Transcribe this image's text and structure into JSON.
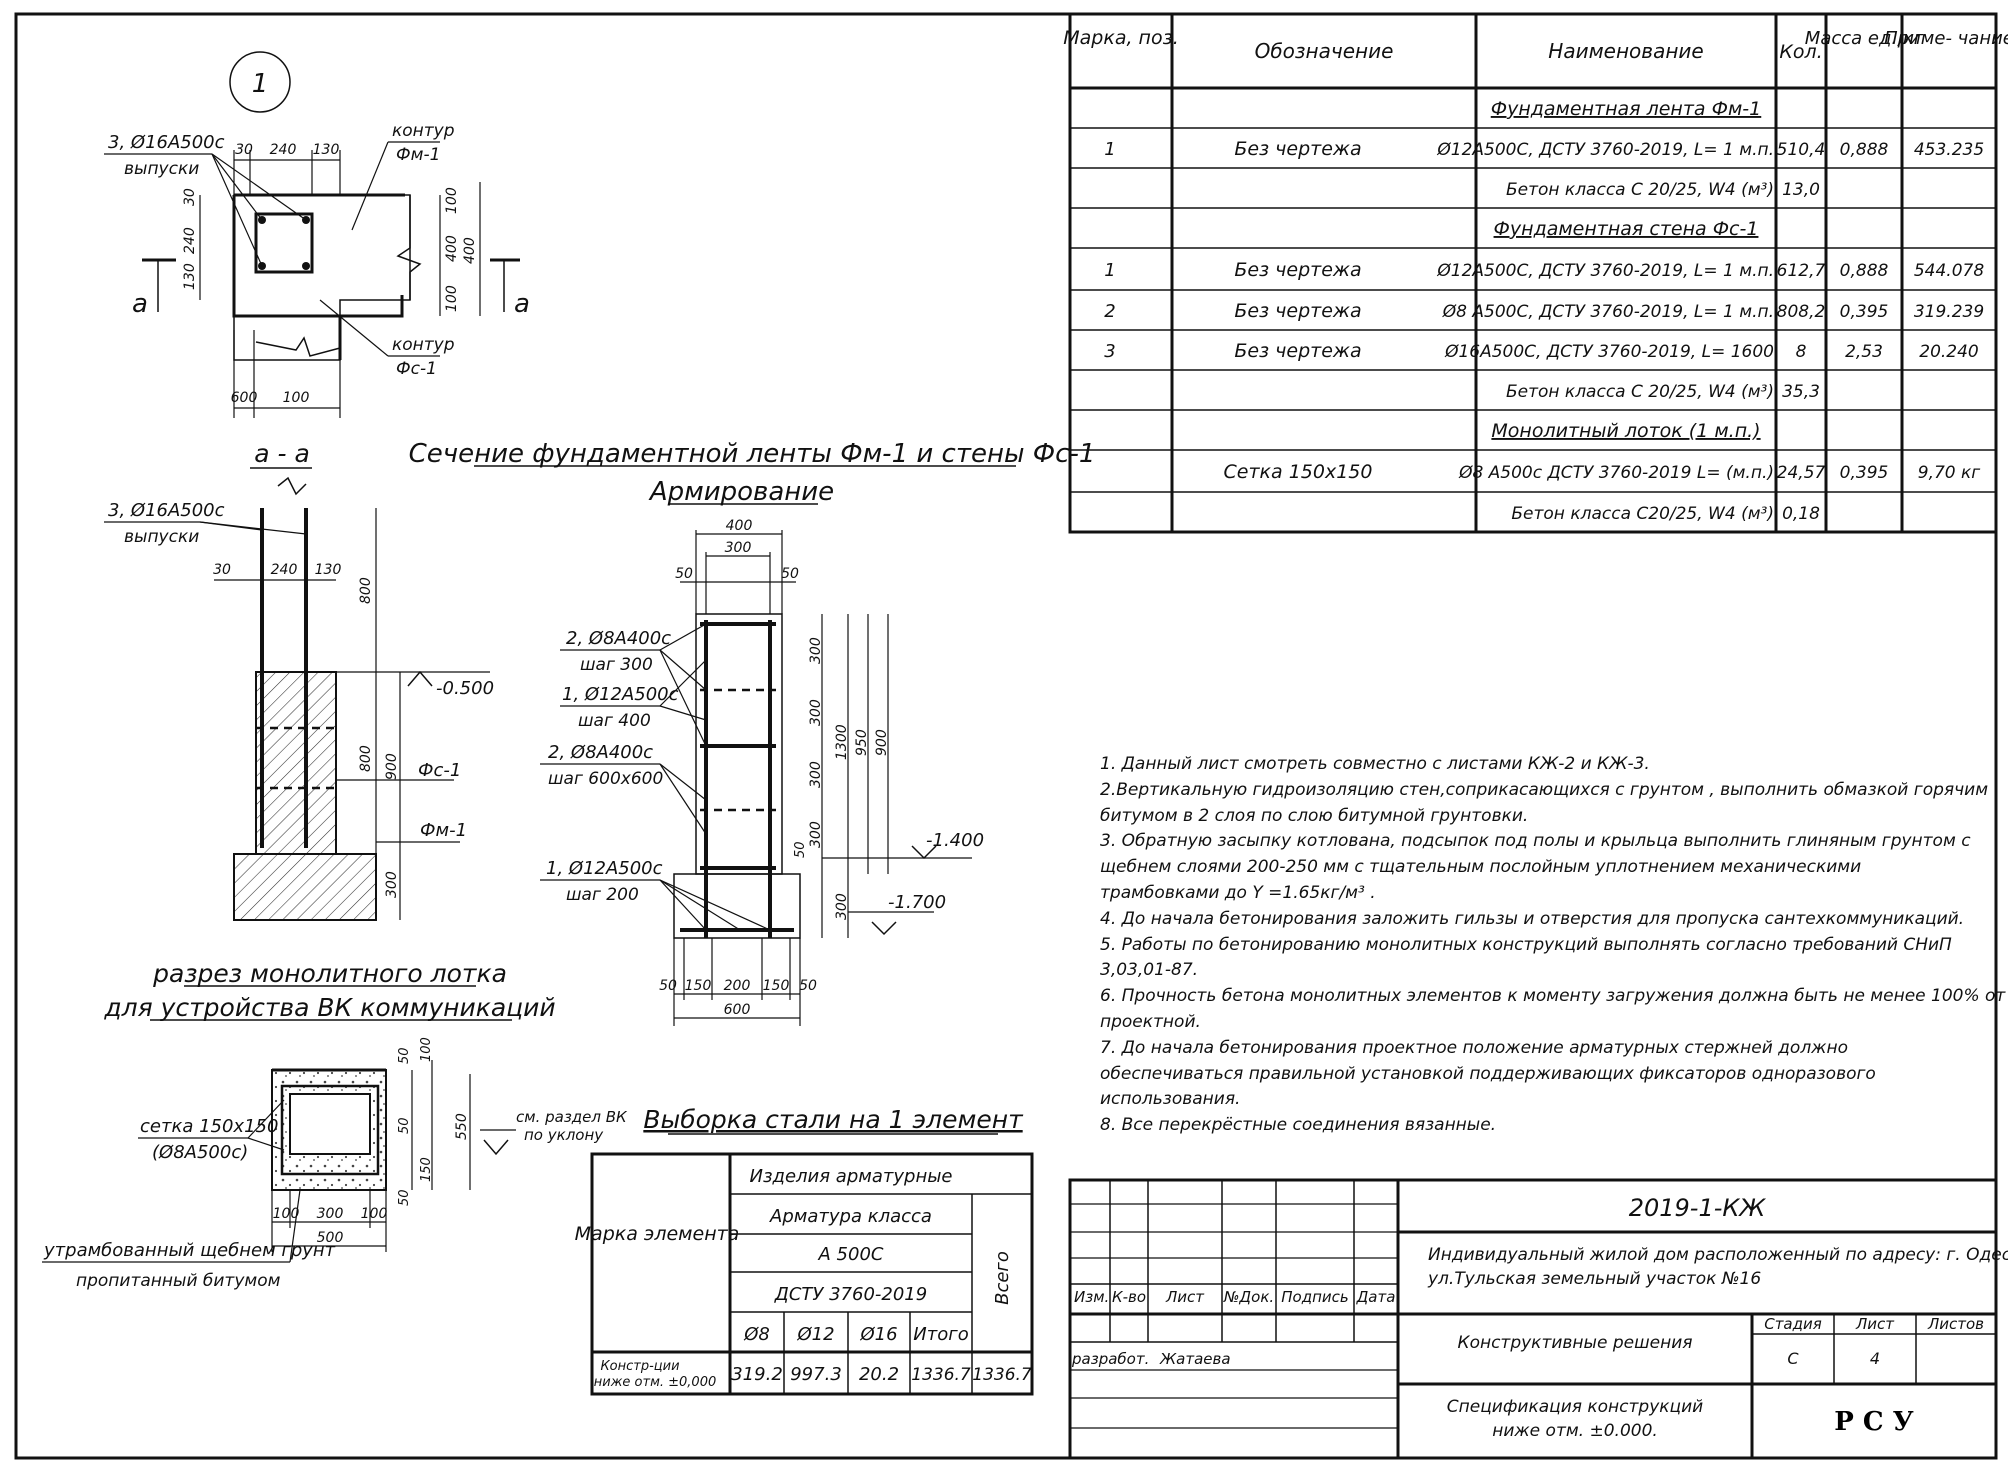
{
  "spec_table": {
    "headers": {
      "mark": "Марка, поз.",
      "designation": "Обозначение",
      "name": "Наименование",
      "qty": "Кол.",
      "mass": "Масса ед.,кг",
      "note": "Приме- чание"
    },
    "rows": [
      {
        "mark": "",
        "designation": "",
        "name": "Фундаментная лента Фм-1",
        "qty": "",
        "mass": "",
        "note": "",
        "heading": true
      },
      {
        "mark": "1",
        "designation": "Без чертежа",
        "name": "Ø12А500С,  ДСТУ 3760-2019,  L=  1 м.п.",
        "qty": "510,4",
        "mass": "0,888",
        "note": "453.235"
      },
      {
        "mark": "",
        "designation": "",
        "name": "Бетон класса С 20/25, W4    (м³)",
        "qty": "13,0",
        "mass": "",
        "note": ""
      },
      {
        "mark": "",
        "designation": "",
        "name": "Фундаментная стена Фс-1",
        "qty": "",
        "mass": "",
        "note": "",
        "heading": true
      },
      {
        "mark": "1",
        "designation": "Без чертежа",
        "name": "Ø12А500С,  ДСТУ 3760-2019,  L=  1 м.п.",
        "qty": "612,7",
        "mass": "0,888",
        "note": "544.078"
      },
      {
        "mark": "2",
        "designation": "Без чертежа",
        "name": "Ø8  А500С,  ДСТУ 3760-2019,  L=  1 м.п.",
        "qty": "808,2",
        "mass": "0,395",
        "note": "319.239"
      },
      {
        "mark": "3",
        "designation": "Без чертежа",
        "name": "Ø16А500С,  ДСТУ 3760-2019,  L=  1600",
        "qty": "8",
        "mass": "2,53",
        "note": "20.240"
      },
      {
        "mark": "",
        "designation": "",
        "name": "Бетон класса С 20/25, W4    (м³)",
        "qty": "35,3",
        "mass": "",
        "note": ""
      },
      {
        "mark": "",
        "designation": "",
        "name": "Монолитный лоток (1 м.п.)",
        "qty": "",
        "mass": "",
        "note": "",
        "heading": true
      },
      {
        "mark": "",
        "designation": "Сетка 150х150",
        "name": "Ø8 А500с   ДСТУ 3760-2019    L= (м.п.)",
        "qty": "24,57",
        "mass": "0,395",
        "note": "9,70 кг"
      },
      {
        "mark": "",
        "designation": "",
        "name": "Бетон класса С20/25, W4    (м³)",
        "qty": "0,18",
        "mass": "",
        "note": ""
      }
    ]
  },
  "notes": [
    "1. Данный лист смотреть совместно с листами КЖ-2 и КЖ-3.",
    "2.Вертикальную гидроизоляцию стен,соприкасающихся с грунтом , выполнить обмазкой горячим",
    "битумом в 2 слоя по слою битумной грунтовки.",
    "3. Обратную засыпку котлована, подсыпок под полы и крыльца выполнить глиняным грунтом с",
    "щебнем слоями 200-250 мм с тщательным послойным уплотнением механическими",
    "трамбовками до Y =1.65кг/м³ .",
    "4. До начала бетонирования заложить гильзы и отверстия для пропуска сантехкоммуникаций.",
    "5. Работы по бетонированию монолитных конструкций выполнять согласно требований СНиП",
    "3,03,01-87.",
    "6. Прочность бетона монолитных элементов к моменту загружения должна быть не менее 100% от",
    "проектной.",
    "7. До начала бетонирования проектное положение арматурных стержней  должно",
    "обеспечиваться правильной установкой поддерживающих фиксаторов одноразового",
    "использования.",
    "8. Все перекрёстные соединения вязанные."
  ],
  "title_block": {
    "code": "2019-1-КЖ",
    "project_line1": "Индивидуальный жилой дом расположенный по адресу: г. Одесса",
    "project_line2": "ул.Тульская земельный участок №16",
    "section": "Конструктивные решения",
    "drawing_line1": "Спецификация конструкций",
    "drawing_line2": "ниже отм. ±0.000.",
    "stage_label": "Стадия",
    "sheet_label": "Лист",
    "sheets_label": "Листов",
    "stage": "С",
    "sheet": "4",
    "org": "Р С У",
    "col_labels": [
      "Изм.",
      "К-во",
      "Лист",
      "№Док.",
      "Подпись",
      "Дата"
    ],
    "role": "разработ.",
    "author": "Жатаева"
  },
  "steel_table": {
    "title": "Выборка стали на 1 элемент",
    "mark_header": "Марка элемента",
    "group": "Изделия арматурные",
    "class_label": "Арматура класса",
    "class": "А 500С",
    "standard": "ДСТУ 3760-2019",
    "total_label": "Всего",
    "cols": [
      "Ø8",
      "Ø12",
      "Ø16",
      "Итого"
    ],
    "row_label_1": "Констр-ции",
    "row_label_2": "ниже отм. ±0,000",
    "values": [
      "319.2",
      "997.3",
      "20.2",
      "1336.7"
    ],
    "total": "1336.7"
  },
  "plan_view": {
    "marker": "1",
    "label_outlets_1": "3, Ø16А500с",
    "label_outlets_2": "выпуски",
    "contour_fm_1": "контур",
    "contour_fm_2": "Фм-1",
    "contour_fs_1": "контур",
    "contour_fs_2": "Фс-1",
    "cut_mark": "а",
    "dims": [
      "30",
      "240",
      "130",
      "30",
      "240",
      "130",
      "100",
      "400",
      "100",
      "400",
      "600",
      "100",
      "400"
    ]
  },
  "section_aa": {
    "title": "а - а",
    "label_outlets_1": "3, Ø16А500с",
    "label_outlets_2": "выпуски",
    "dims": [
      "30",
      "240",
      "130",
      "800",
      "800",
      "900",
      "300"
    ],
    "level": "-0.500",
    "wall": "Фс-1",
    "footing": "Фм-1"
  },
  "reinforcement": {
    "title_1": "Сечение фундаментной ленты Фм-1 и стены Фс-1",
    "title_2": "Армирование",
    "callouts": [
      "2, Ø8А400с",
      "шаг 300",
      "1, Ø12А500с",
      "шаг 400",
      "2, Ø8А400с",
      "шаг 600х600",
      "1, Ø12А500с",
      "шаг 200"
    ],
    "top_dims": [
      "400",
      "300",
      "50",
      "50"
    ],
    "right_dims": [
      "300",
      "300",
      "300",
      "300",
      "50",
      "300",
      "1300",
      "950",
      "900"
    ],
    "bottom_dims": [
      "50",
      "150",
      "200",
      "150",
      "50",
      "600"
    ],
    "level_1": "-1.400",
    "level_2": "-1.700"
  },
  "tray": {
    "title_1": "разрез монолитного лотка",
    "title_2": "для устройства ВК коммуникаций",
    "mesh_1": "сетка 150х150",
    "mesh_2": "(Ø8А500с)",
    "gravel_1": "утрамбованный щебнем грунт",
    "gravel_2": "пропитанный битумом",
    "slope_1": "см. раздел ВК",
    "slope_2": "по уклону",
    "dims": [
      "50",
      "100",
      "50",
      "550",
      "150",
      "50",
      "100",
      "300",
      "100",
      "500"
    ]
  }
}
